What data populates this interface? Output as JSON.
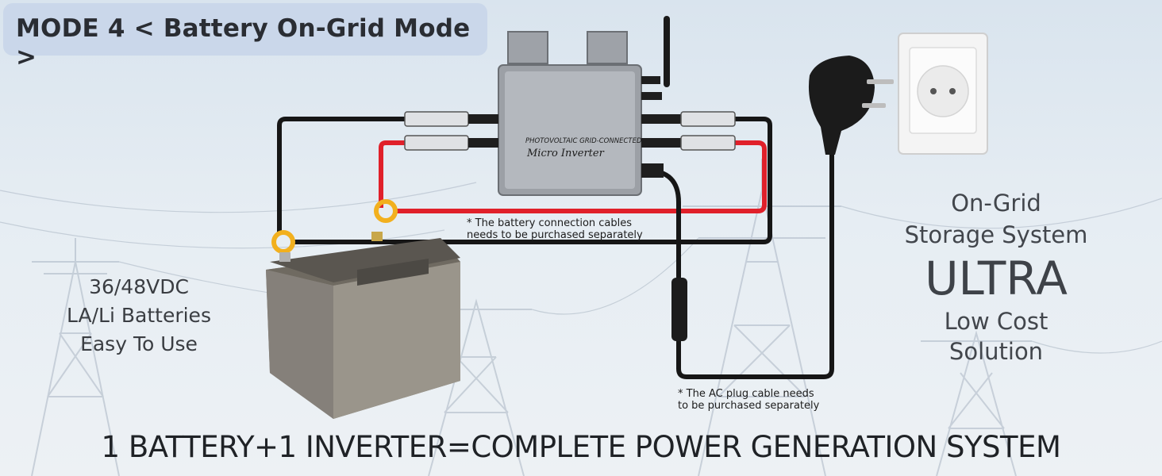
{
  "mode_banner": "MODE 4 < Battery On-Grid Mode >",
  "battery_spec": [
    "36/48VDC",
    "LA/Li Batteries",
    "Easy To Use"
  ],
  "right_block": {
    "line1": "On-Grid",
    "line2": "Storage System",
    "headline": "ULTRA",
    "line3": "Low Cost",
    "line4": "Solution"
  },
  "inverter_label": {
    "line1": "PHOTOVOLTAIC GRID-CONNECTED",
    "line2": "Micro Inverter"
  },
  "battery_cable_note": [
    "* The battery connection cables",
    "needs to be purchased separately"
  ],
  "ac_cable_note": [
    "* The AC plug cable needs",
    "to be purchased separately"
  ],
  "bottom_title": "1 BATTERY+1 INVERTER=COMPLETE POWER GENERATION SYSTEM",
  "colors": {
    "banner_bg": "#c8d5e9",
    "positive_cable": "#e0202a",
    "negative_cable": "#161616",
    "ring_terminal": "#f2b01e"
  }
}
